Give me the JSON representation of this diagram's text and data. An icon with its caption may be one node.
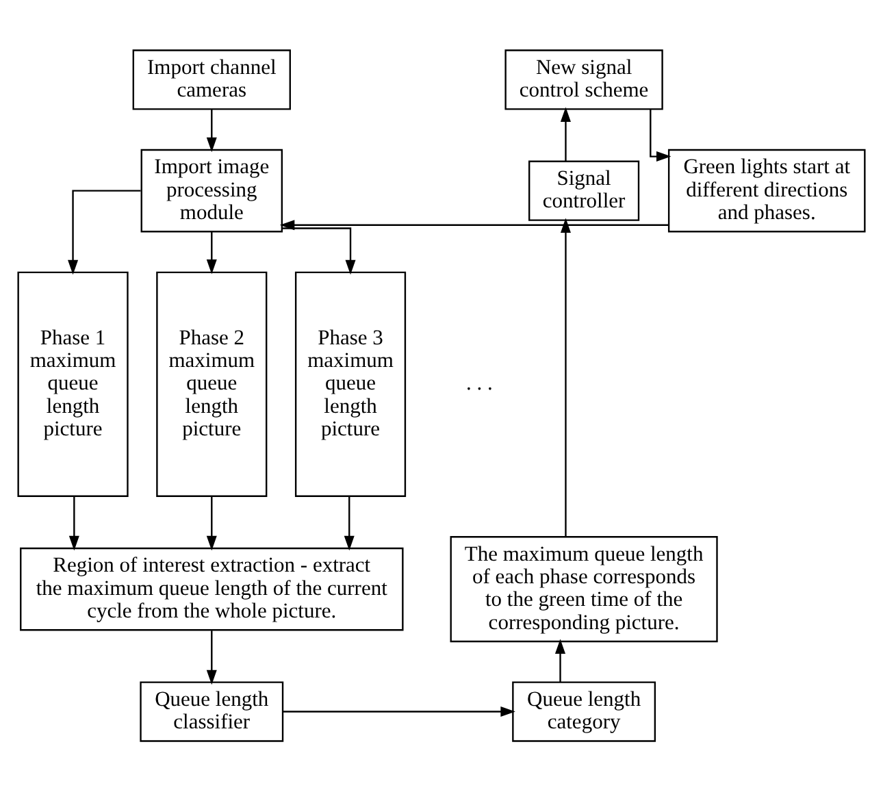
{
  "diagram": {
    "nodes": [
      {
        "text": [
          "Import channel cameras"
        ]
      },
      {
        "text": [
          "Import image processing module"
        ]
      },
      {
        "text": [
          "Phase 1 maximum queue length picture"
        ]
      },
      {
        "text": [
          "Phase 2 maximum queue length picture"
        ]
      },
      {
        "text": [
          "Phase 3 maximum queue length picture"
        ]
      },
      {
        "text": [
          "Region of interest extraction - extract the maximum queue length of the current cycle from the whole picture."
        ]
      },
      {
        "text": [
          "Queue length classifier"
        ]
      },
      {
        "text": [
          "Queue length category"
        ]
      },
      {
        "text": [
          "The maximum queue length of each phase corresponds to the green time of the corresponding picture."
        ]
      },
      {
        "text": [
          "Signal controller"
        ]
      },
      {
        "text": [
          "New signal control scheme"
        ]
      },
      {
        "text": [
          "Green lights start at different directions and phases."
        ]
      }
    ],
    "edges": [
      {
        "from": 0,
        "to": 1,
        "arrow": "to"
      },
      {
        "from": 1,
        "to": 2,
        "arrow": "to"
      },
      {
        "from": 1,
        "to": 3,
        "arrow": "to"
      },
      {
        "from": 1,
        "to": 4,
        "arrow": "to"
      },
      {
        "from": 2,
        "to": 5,
        "arrow": "to"
      },
      {
        "from": 3,
        "to": 5,
        "arrow": "to"
      },
      {
        "from": 4,
        "to": 5,
        "arrow": "to"
      },
      {
        "from": 5,
        "to": 6,
        "arrow": "to"
      },
      {
        "from": 6,
        "to": 7,
        "arrow": "to"
      },
      {
        "from": 7,
        "to": 8,
        "arrow": "to"
      },
      {
        "from": 8,
        "to": 9,
        "arrow": "to"
      },
      {
        "from": 9,
        "to": 10,
        "arrow": "to"
      },
      {
        "from": 10,
        "to": 11,
        "arrow": "to"
      },
      {
        "from": 11,
        "to": 1,
        "arrow": "to"
      }
    ],
    "labels": [
      ". . ."
    ]
  }
}
